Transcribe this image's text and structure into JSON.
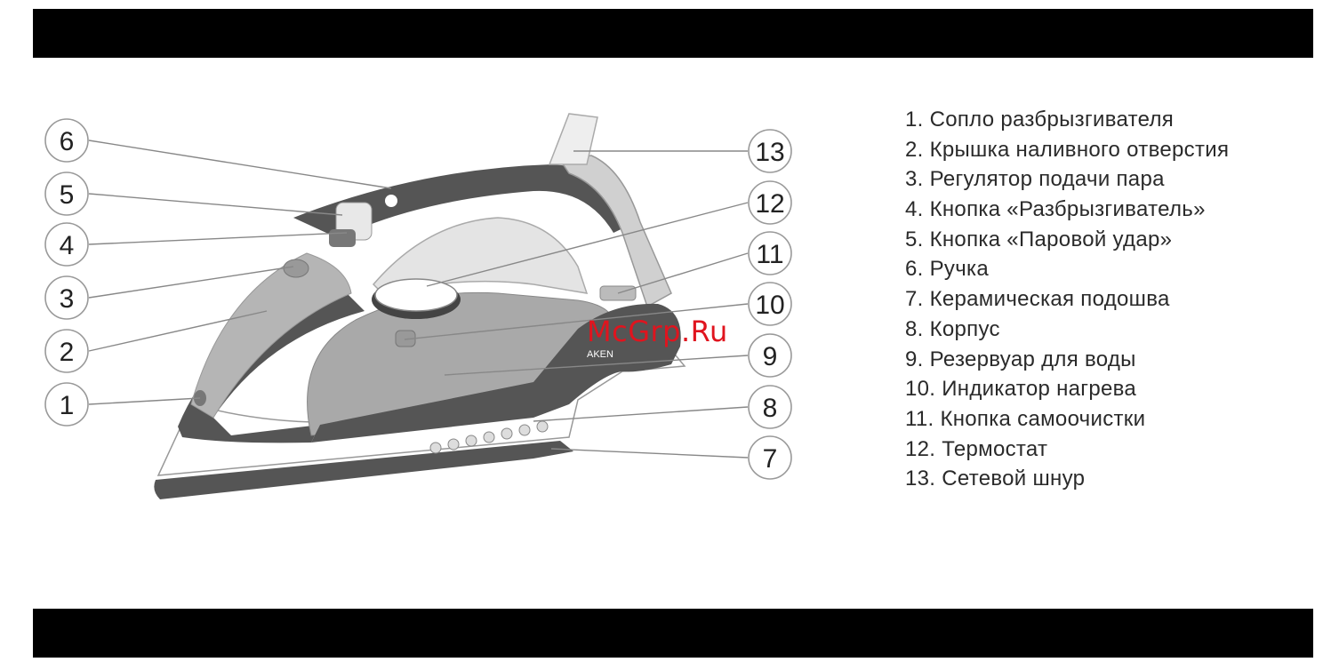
{
  "diagram": {
    "callouts": [
      "1",
      "2",
      "3",
      "4",
      "5",
      "6",
      "7",
      "8",
      "9",
      "10",
      "11",
      "12",
      "13"
    ],
    "legend": [
      "1. Сопло разбрызгивателя",
      "2. Крышка наливного отверстия",
      "3. Регулятор подачи пара",
      "4. Кнопка «Разбрызгиватель»",
      "5. Кнопка «Паровой удар»",
      "6. Ручка",
      "7. Керамическая подошва",
      "8. Корпус",
      "9. Резервуар для воды",
      "10. Индикатор нагрева",
      "11. Кнопка самоочистки",
      "12. Термостат",
      "13. Сетевой шнур"
    ]
  },
  "watermark": "McGrp.Ru",
  "colors": {
    "dark": "#555555",
    "grey": "#a9a9a9",
    "light": "#d6d6d6",
    "bar": "#000000",
    "watermark": "#e0141e"
  }
}
